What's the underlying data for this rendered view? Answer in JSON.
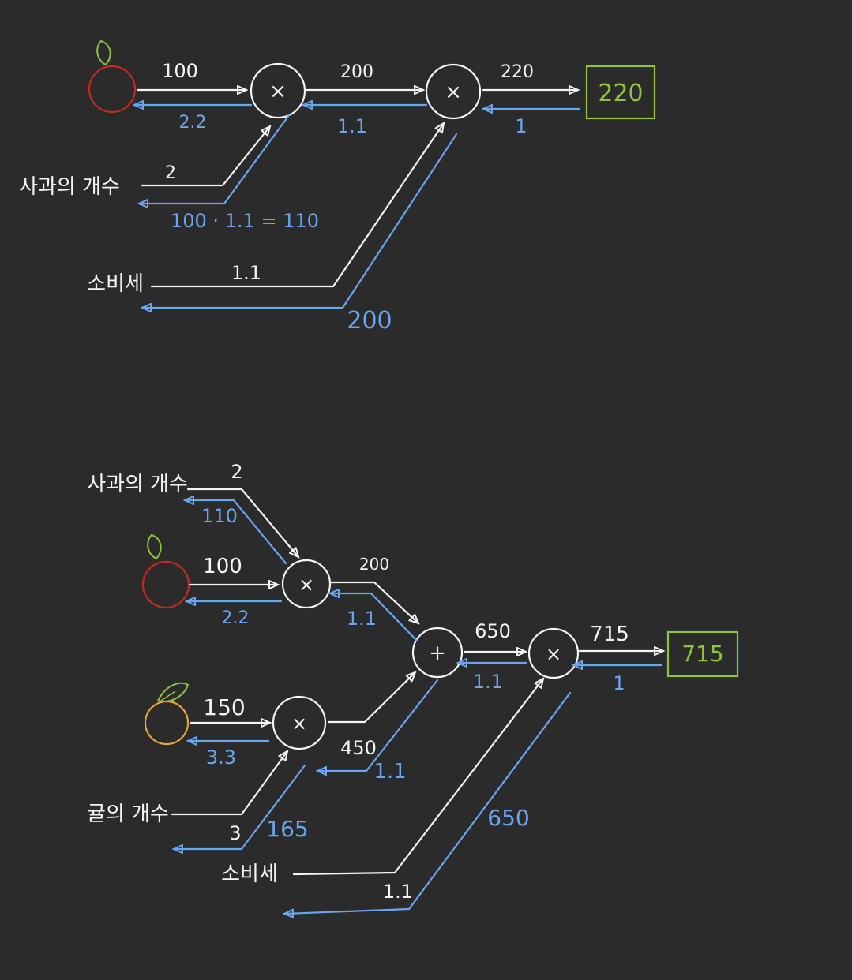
{
  "colors": {
    "background": "#2b2b2b",
    "forward": "#f4f4f4",
    "backward": "#6aa6ef",
    "output": "#8cc63f",
    "apple": "#c62a1e",
    "orange": "#e8a33a",
    "leaf": "#8cc63f"
  },
  "icons": {
    "apple": "apple-icon",
    "orange": "orange-icon"
  },
  "top": {
    "apple_fwd": "100",
    "apple_back": "2.2",
    "count_label": "사과의 개수",
    "count_fwd": "2",
    "count_back": "100 · 1.1 = 110",
    "mul1_op": "×",
    "mul1_out": "200",
    "mul1_back": "1.1",
    "tax_label": "소비세",
    "tax_fwd": "1.1",
    "tax_back": "200",
    "mul2_op": "×",
    "mul2_out": "220",
    "mul2_back": "1",
    "result": "220"
  },
  "bottom": {
    "apple_count_label": "사과의 개수",
    "apple_count_fwd": "2",
    "apple_count_back": "110",
    "apple_fwd": "100",
    "apple_back": "2.2",
    "apple_mul_op": "×",
    "apple_mul_out": "200",
    "apple_mul_back": "1.1",
    "orange_fwd": "150",
    "orange_back": "3.3",
    "orange_mul_op": "×",
    "orange_mul_out": "450",
    "orange_mul_back": "1.1",
    "orange_count_label": "귤의 개수",
    "orange_count_fwd": "3",
    "orange_count_back": "165",
    "add_op": "+",
    "add_out": "650",
    "add_back": "1.1",
    "tax_label": "소비세",
    "tax_fwd": "1.1",
    "tax_back": "650",
    "final_op": "×",
    "final_out": "715",
    "final_back": "1",
    "result": "715"
  }
}
